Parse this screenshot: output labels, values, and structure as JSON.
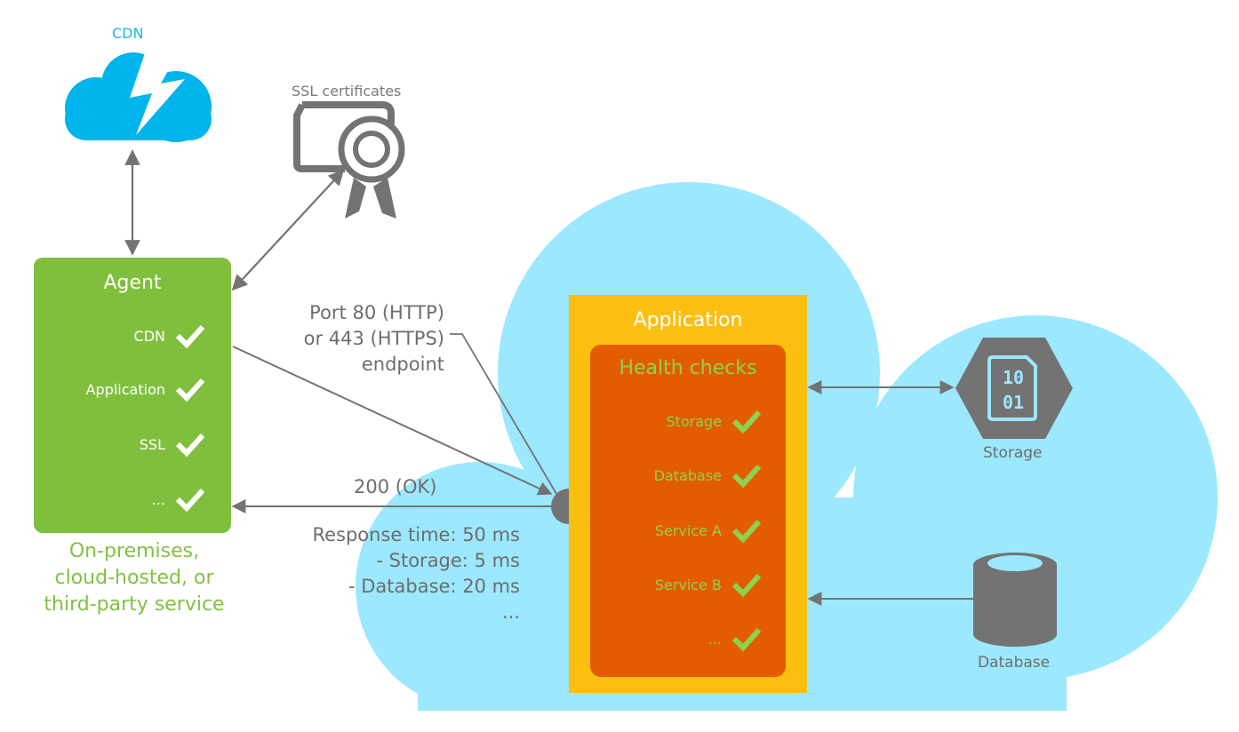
{
  "colors": {
    "cdn_blue": "#00b4ec",
    "cloud_light_blue": "#9ce8fe",
    "agent_green": "#80bf3d",
    "caption_green": "#80c242",
    "check_green": "#8fd14f",
    "app_yellow": "#fdbf0f",
    "health_orange": "#e35d00",
    "connector_gray": "#737373"
  },
  "cdn": {
    "label": "CDN",
    "icon": "cloud-lightning-icon"
  },
  "ssl": {
    "label": "SSL certificates",
    "icon": "certificate-icon"
  },
  "agent": {
    "title": "Agent",
    "checks": [
      {
        "label": "CDN",
        "status": "ok"
      },
      {
        "label": "Application",
        "status": "ok"
      },
      {
        "label": "SSL",
        "status": "ok"
      },
      {
        "label": "...",
        "status": "ok"
      }
    ],
    "caption": [
      "On-premises,",
      "cloud-hosted, or",
      "third-party service"
    ]
  },
  "endpoint": {
    "lines": [
      "Port 80 (HTTP)",
      "or 443 (HTTPS)",
      "endpoint"
    ]
  },
  "response": {
    "status": "200 (OK)",
    "lines": [
      "Response time: 50 ms",
      "- Storage: 5 ms",
      "- Database: 20 ms",
      "..."
    ]
  },
  "application": {
    "title": "Application",
    "health_checks": {
      "title": "Health checks",
      "items": [
        {
          "label": "Storage",
          "status": "ok"
        },
        {
          "label": "Database",
          "status": "ok"
        },
        {
          "label": "Service A",
          "status": "ok"
        },
        {
          "label": "Service B",
          "status": "ok"
        },
        {
          "label": "...",
          "status": "ok"
        }
      ]
    }
  },
  "storage": {
    "label": "Storage",
    "glyph_lines": [
      "10",
      "01"
    ],
    "icon": "storage-hexagon-icon"
  },
  "database": {
    "label": "Database",
    "icon": "database-cylinder-icon"
  }
}
